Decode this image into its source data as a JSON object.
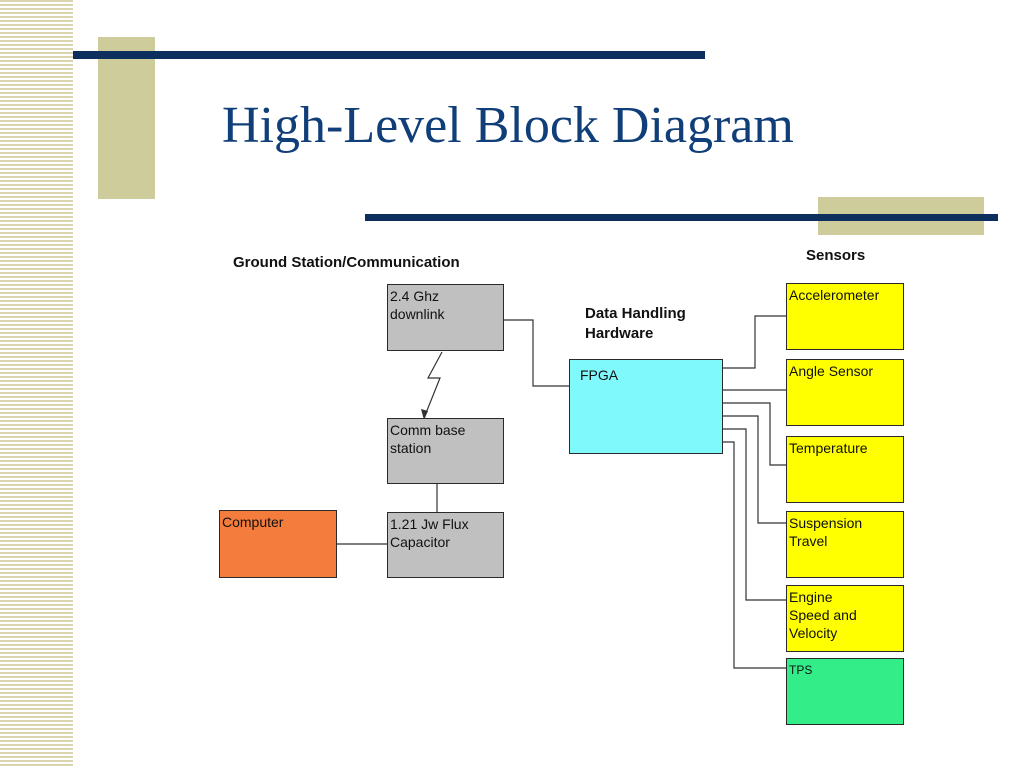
{
  "title": "High-Level Block Diagram",
  "diagram": {
    "section_labels": {
      "ground_station": "Ground Station/Communication",
      "data_handling": "Data Handling\nHardware",
      "sensors": "Sensors"
    },
    "blocks": {
      "downlink": "2.4 Ghz\ndownlink",
      "comm_base": "Comm base\nstation",
      "flux_capacitor": "1.21 Jw Flux\nCapacitor",
      "computer": "Computer",
      "fpga": "FPGA",
      "accelerometer": "Accelerometer",
      "angle_sensor": "Angle Sensor",
      "temperature": "Temperature",
      "suspension": "Suspension\nTravel",
      "engine": "Engine\nSpeed and\nVelocity",
      "tps": "TPS"
    },
    "colors": {
      "ground_blocks": "#c0c0c0",
      "computer": "#f47c3c",
      "fpga": "#7ff9fb",
      "sensors": "#ffff00",
      "tps": "#33ee88",
      "title": "#103e78",
      "accent_navy": "#0d2f5e",
      "accent_tan": "#cfcc9c"
    }
  }
}
